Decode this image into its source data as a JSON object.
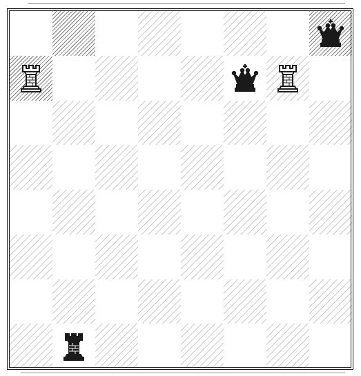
{
  "board": {
    "files": 8,
    "ranks": 8,
    "squares": [
      [
        "light",
        "dark",
        "light",
        "dark",
        "light",
        "dark",
        "light",
        "dark"
      ],
      [
        "dark",
        "light",
        "dark",
        "light",
        "dark",
        "light",
        "dark",
        "light"
      ],
      [
        "light",
        "dark",
        "light",
        "dark",
        "light",
        "dark",
        "light",
        "dark"
      ],
      [
        "dark",
        "light",
        "dark",
        "light",
        "dark",
        "light",
        "dark",
        "light"
      ],
      [
        "light",
        "dark",
        "light",
        "dark",
        "light",
        "dark",
        "light",
        "dark"
      ],
      [
        "dark",
        "light",
        "dark",
        "light",
        "dark",
        "light",
        "dark",
        "light"
      ],
      [
        "light",
        "dark",
        "light",
        "dark",
        "light",
        "dark",
        "light",
        "dark"
      ],
      [
        "dark",
        "light",
        "dark",
        "light",
        "dark",
        "light",
        "dark",
        "light"
      ]
    ],
    "pieces": [
      {
        "id": "black-king-h8",
        "color": "black",
        "type": "king",
        "rank": 0,
        "file": 7
      },
      {
        "id": "white-rook-a7",
        "color": "white",
        "type": "rook",
        "rank": 1,
        "file": 0
      },
      {
        "id": "black-king-f7",
        "color": "black",
        "type": "king",
        "rank": 1,
        "file": 5
      },
      {
        "id": "white-rook-g7",
        "color": "white",
        "type": "rook",
        "rank": 1,
        "file": 6
      },
      {
        "id": "black-rook-b1",
        "color": "black",
        "type": "rook",
        "rank": 7,
        "file": 1
      }
    ]
  },
  "colors": {
    "ink": "#1a1a1a",
    "paper": "#ffffff"
  }
}
